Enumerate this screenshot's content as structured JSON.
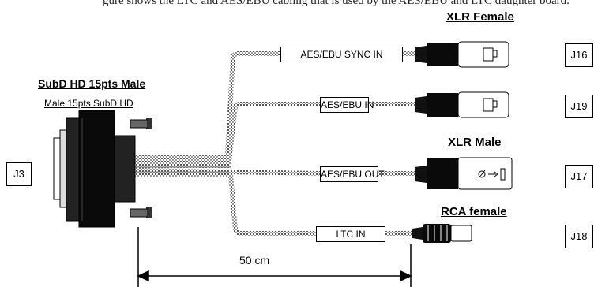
{
  "top_note": "gure shows the LTC and AES/EBU cabling that is used by the AES/EBU and LTC daughter board.",
  "connector_db": {
    "title": "SubD HD 15pts Male",
    "subtitle": "Male 15pts SubD HD",
    "jack": "J3"
  },
  "cables": [
    {
      "label": "AES/EBU SYNC IN",
      "jack": "J16"
    },
    {
      "label": "AES/EBU IN",
      "jack": "J19"
    },
    {
      "label": "AES/EBU OUT",
      "jack": "J17"
    },
    {
      "label": "LTC IN",
      "jack": "J18"
    }
  ],
  "connector_types": {
    "xlr_female": "XLR Female",
    "xlr_male": "XLR Male",
    "rca_female": "RCA female"
  },
  "length": "50 cm",
  "xlr_male_symbol": "⌀ → ▯"
}
